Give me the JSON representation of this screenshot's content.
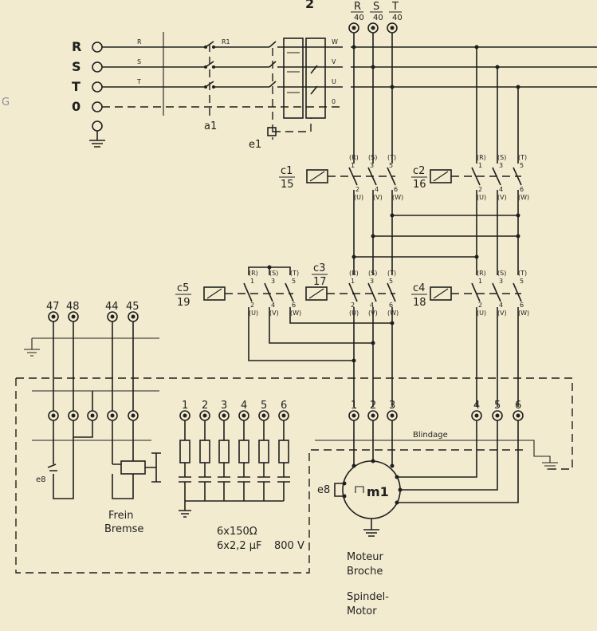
{
  "supply": {
    "phase_labels": [
      "R",
      "S",
      "T",
      "0"
    ],
    "wire_labels": [
      "R",
      "S",
      "T"
    ],
    "r1_label": "R1",
    "switch_a1": "a1",
    "fuse_e1": "e1",
    "output_labels": [
      "W",
      "V",
      "U",
      "0"
    ],
    "top_terminals": [
      {
        "phase": "R",
        "num": "40"
      },
      {
        "phase": "S",
        "num": "40"
      },
      {
        "phase": "T",
        "num": "40"
      }
    ]
  },
  "contactors": [
    {
      "id": "c1",
      "label": "c1",
      "coil": "15"
    },
    {
      "id": "c2",
      "label": "c2",
      "coil": "16"
    },
    {
      "id": "c3",
      "label": "c3",
      "coil": "17"
    },
    {
      "id": "c4",
      "label": "c4",
      "coil": "18"
    },
    {
      "id": "c5",
      "label": "c5",
      "coil": "19"
    }
  ],
  "contact_top": [
    "(R)",
    "1",
    "(S)",
    "3",
    "(T)",
    "5"
  ],
  "contact_bottom": [
    "2",
    "(U)",
    "4",
    "(V)",
    "6",
    "(W)"
  ],
  "terminals_upper": [
    "47",
    "48",
    "44",
    "45"
  ],
  "capacitor_terminals": [
    "1",
    "2",
    "3",
    "4",
    "5",
    "6"
  ],
  "motor_terminals": [
    "1",
    "2",
    "3",
    "4",
    "5",
    "6"
  ],
  "blindage": "Blindage",
  "motor": {
    "label": "m1",
    "e8": "e8"
  },
  "brake": {
    "e8": "e8",
    "line1": "Frein",
    "line2": "Bremse"
  },
  "rc_spec": {
    "line1": "6x150Ω",
    "line2": "6x2,2 µF",
    "voltage": "800 V"
  },
  "motor_caption": {
    "line1": "Moteur",
    "line2": "Broche",
    "line3": "Spindel-",
    "line4": "Motor"
  },
  "top_fragment": "2",
  "left_fragment": "G"
}
